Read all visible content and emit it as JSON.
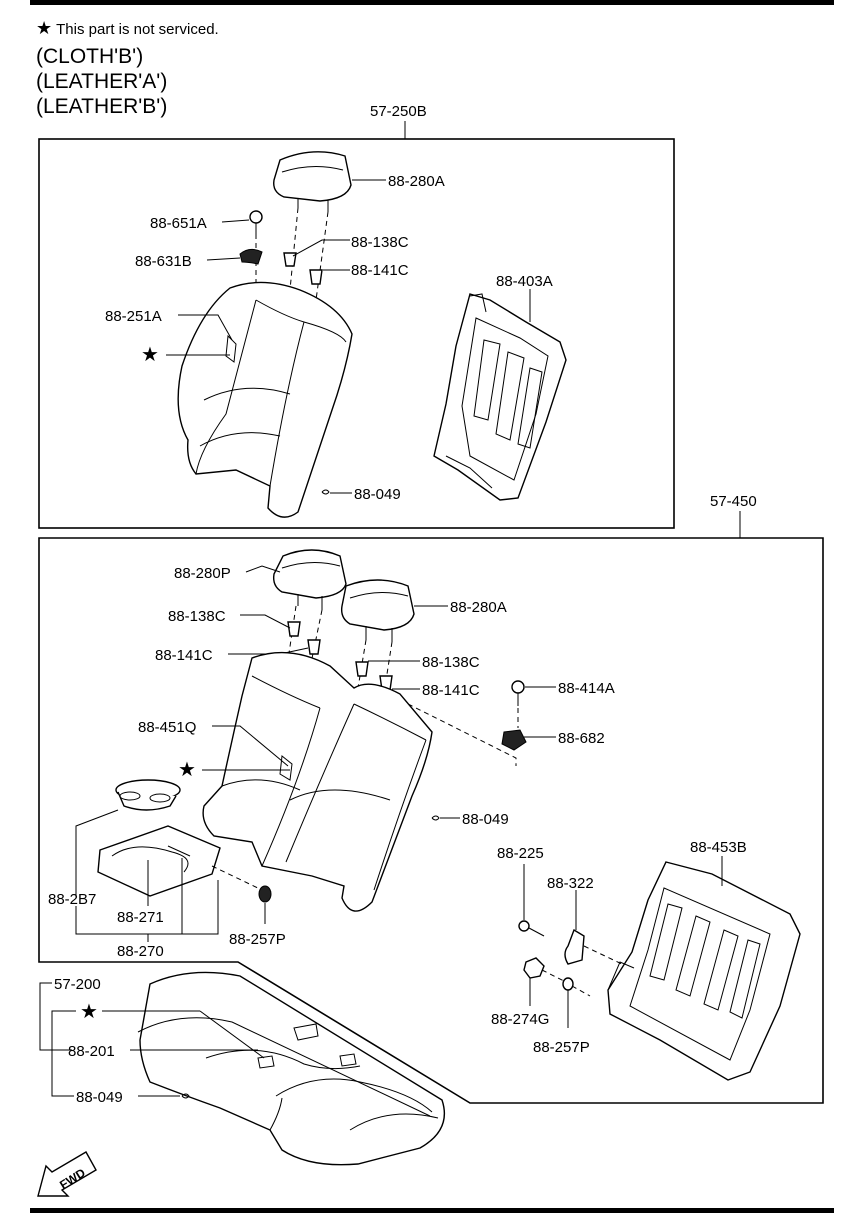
{
  "note": {
    "star": "★",
    "text": "This part is not serviced."
  },
  "variants": [
    "(CLOTH'B')",
    "(LEATHER'A')",
    "(LEATHER'B')"
  ],
  "assemblies": {
    "upper_back": "57-250B",
    "lower_back": "57-450",
    "cushion": "57-200"
  },
  "callouts": {
    "c_88_280A_top": "88-280A",
    "c_88_651A": "88-651A",
    "c_88_138C_top": "88-138C",
    "c_88_631B": "88-631B",
    "c_88_141C_top": "88-141C",
    "c_88_403A": "88-403A",
    "c_88_251A": "88-251A",
    "c_88_049_top": "88-049",
    "c_88_280P": "88-280P",
    "c_88_280A_mid": "88-280A",
    "c_88_138C_left": "88-138C",
    "c_88_141C_left": "88-141C",
    "c_88_138C_mid": "88-138C",
    "c_88_141C_mid": "88-141C",
    "c_88_414A": "88-414A",
    "c_88_451Q": "88-451Q",
    "c_88_682": "88-682",
    "c_88_049_mid": "88-049",
    "c_88_225": "88-225",
    "c_88_453B": "88-453B",
    "c_88_322": "88-322",
    "c_88_2B7": "88-2B7",
    "c_88_271": "88-271",
    "c_88_270": "88-270",
    "c_88_257P_left": "88-257P",
    "c_88_274G": "88-274G",
    "c_88_257P_right": "88-257P",
    "c_88_201": "88-201",
    "c_88_049_bottom": "88-049"
  },
  "stars": {
    "star_upper": "★",
    "star_lower": "★",
    "star_cushion": "★"
  },
  "fwd_label": "FWD"
}
